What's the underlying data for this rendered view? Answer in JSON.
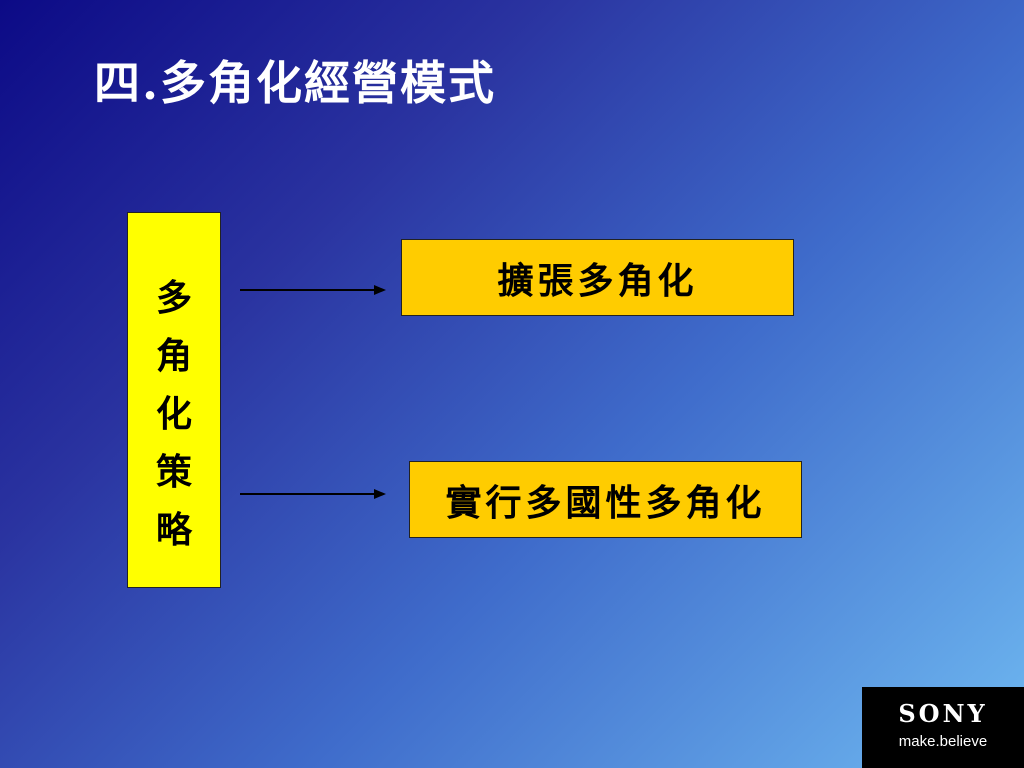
{
  "slide": {
    "title": "四.多角化經營模式"
  },
  "strategy": {
    "chars": [
      "多",
      "角",
      "化",
      "策",
      "略"
    ]
  },
  "options": [
    {
      "label": "擴張多角化"
    },
    {
      "label": "實行多國性多角化"
    }
  ],
  "logo": {
    "brand": "SONY",
    "tagline": "make.believe"
  },
  "colors": {
    "strategy_box": "#ffff00",
    "option_box": "#ffcc00",
    "title_text": "#ffffff",
    "logo_bg": "#000000"
  }
}
